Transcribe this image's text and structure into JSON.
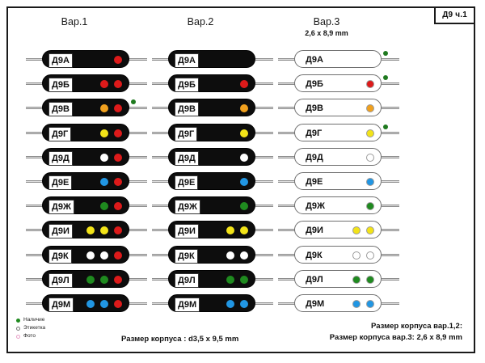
{
  "badge": {
    "label": "Д9 ч.1"
  },
  "columns": [
    {
      "title": "Вар.1",
      "subtitle": ""
    },
    {
      "title": "Вар.2",
      "subtitle": ""
    },
    {
      "title": "Вар.3",
      "subtitle": "2,6 x 8,9 mm"
    }
  ],
  "colors": {
    "red": "#e01b १",
    "red_hex": "#dd1a1a",
    "orange": "#f0a01e",
    "yellow": "#f2e318",
    "white": "#ffffff",
    "blue": "#2196e3",
    "green": "#1f8a1f",
    "avail_green": "#1f7a1f",
    "label_gray": "#777777",
    "photo_pink": "#e8a0c8",
    "body_dark": "#0d0d0d",
    "body_light": "#ffffff"
  },
  "rows": [
    {
      "label": "Д9А",
      "var1": {
        "body": "dark",
        "dots": [
          "red"
        ]
      },
      "var2": {
        "body": "dark",
        "dots": []
      },
      "var3": {
        "body": "light",
        "dots": [],
        "available": true
      }
    },
    {
      "label": "Д9Б",
      "var1": {
        "body": "dark",
        "dots": [
          "red",
          "red"
        ]
      },
      "var2": {
        "body": "dark",
        "dots": [
          "red"
        ]
      },
      "var3": {
        "body": "light",
        "dots": [
          "red"
        ],
        "available": true
      }
    },
    {
      "label": "Д9В",
      "var1": {
        "body": "dark",
        "dots": [
          "orange",
          "red"
        ],
        "available": true
      },
      "var2": {
        "body": "dark",
        "dots": [
          "orange"
        ]
      },
      "var3": {
        "body": "light",
        "dots": [
          "orange"
        ],
        "available": false
      }
    },
    {
      "label": "Д9Г",
      "var1": {
        "body": "dark",
        "dots": [
          "yellow",
          "red"
        ]
      },
      "var2": {
        "body": "dark",
        "dots": [
          "yellow"
        ]
      },
      "var3": {
        "body": "light",
        "dots": [
          "yellow"
        ],
        "available": true
      }
    },
    {
      "label": "Д9Д",
      "var1": {
        "body": "dark",
        "dots": [
          "white",
          "red"
        ]
      },
      "var2": {
        "body": "dark",
        "dots": [
          "white"
        ]
      },
      "var3": {
        "body": "light",
        "dots": [
          "white"
        ],
        "available": false
      }
    },
    {
      "label": "Д9Е",
      "var1": {
        "body": "dark",
        "dots": [
          "blue",
          "red"
        ]
      },
      "var2": {
        "body": "dark",
        "dots": [
          "blue"
        ]
      },
      "var3": {
        "body": "light",
        "dots": [
          "blue"
        ],
        "available": false
      }
    },
    {
      "label": "Д9Ж",
      "var1": {
        "body": "dark",
        "dots": [
          "green",
          "red"
        ]
      },
      "var2": {
        "body": "dark",
        "dots": [
          "green"
        ]
      },
      "var3": {
        "body": "light",
        "dots": [
          "green"
        ],
        "available": false
      }
    },
    {
      "label": "Д9И",
      "var1": {
        "body": "dark",
        "dots": [
          "yellow",
          "yellow",
          "red"
        ]
      },
      "var2": {
        "body": "dark",
        "dots": [
          "yellow",
          "yellow"
        ]
      },
      "var3": {
        "body": "light",
        "dots": [
          "yellow",
          "yellow"
        ],
        "available": false
      }
    },
    {
      "label": "Д9К",
      "var1": {
        "body": "dark",
        "dots": [
          "white",
          "white",
          "red"
        ]
      },
      "var2": {
        "body": "dark",
        "dots": [
          "white",
          "white"
        ]
      },
      "var3": {
        "body": "light",
        "dots": [
          "white",
          "white"
        ],
        "available": false
      }
    },
    {
      "label": "Д9Л",
      "var1": {
        "body": "dark",
        "dots": [
          "green",
          "green",
          "red"
        ]
      },
      "var2": {
        "body": "dark",
        "dots": [
          "green",
          "green"
        ]
      },
      "var3": {
        "body": "light",
        "dots": [
          "green",
          "green"
        ],
        "available": false
      }
    },
    {
      "label": "Д9М",
      "var1": {
        "body": "dark",
        "dots": [
          "blue",
          "blue",
          "red"
        ]
      },
      "var2": {
        "body": "dark",
        "dots": [
          "blue",
          "blue"
        ]
      },
      "var3": {
        "body": "light",
        "dots": [
          "blue",
          "blue"
        ],
        "available": false
      }
    }
  ],
  "legend": [
    {
      "label": "Наличие",
      "color": "#1f8a1f",
      "style": "solid"
    },
    {
      "label": "Этикетка",
      "color": "#777777",
      "style": "ring"
    },
    {
      "label": "Фото",
      "color": "#e8a0c8",
      "style": "ring"
    }
  ],
  "captions": {
    "center": "Размер корпуса : d3,5 x 9,5 mm",
    "right_1": "Размер корпуса вар.1,2:",
    "right_2": "Размер корпуса вар.3: 2,6 x 8,9 mm"
  }
}
